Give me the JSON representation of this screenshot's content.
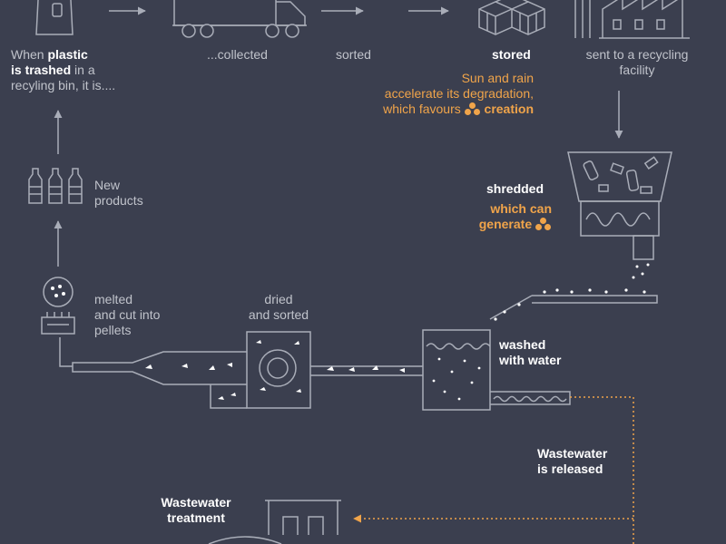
{
  "colors": {
    "background": "#3b3f4f",
    "line": "#a9adb8",
    "accent": "#f0a44a",
    "white": "#ffffff"
  },
  "steps": {
    "trashed": {
      "l1_pre": "When ",
      "l1_bold": "plastic",
      "l2_bold": "is trashed",
      "l2_post": " in a",
      "l3": "recyling bin, it is...."
    },
    "collected": "...collected",
    "sorted": "sorted",
    "stored": "stored",
    "degradation": {
      "l1": "Sun and rain",
      "l2": "accelerate its degradation,",
      "l3_pre": "which favours",
      "l3_bold": "creation"
    },
    "sent": {
      "l1": "sent to a recycling",
      "l2": "facility"
    },
    "shredded": "shredded",
    "generate": {
      "l1": "which can",
      "l2": "generate"
    },
    "washed": {
      "l1": "washed",
      "l2": "with water"
    },
    "wastewater_released": {
      "l1": "Wastewater",
      "l2": "is released"
    },
    "wastewater_treatment": {
      "l1": "Wastewater",
      "l2": "treatment"
    },
    "dried": {
      "l1": "dried",
      "l2": "and sorted"
    },
    "melted": {
      "l1": "melted",
      "l2": "and cut into",
      "l3": "pellets"
    },
    "new_products": {
      "l1": "New",
      "l2": "products"
    }
  },
  "icons": [
    "recycling-bin-icon",
    "truck-icon",
    "storage-cubes-icon",
    "factory-icon",
    "shredder-icon",
    "conveyor-icon",
    "wash-tank-icon",
    "dryer-icon",
    "extruder-icon",
    "pellets-icon",
    "bottles-icon",
    "treatment-plant-icon",
    "microplastic-dots-icon",
    "arrow-icon"
  ]
}
